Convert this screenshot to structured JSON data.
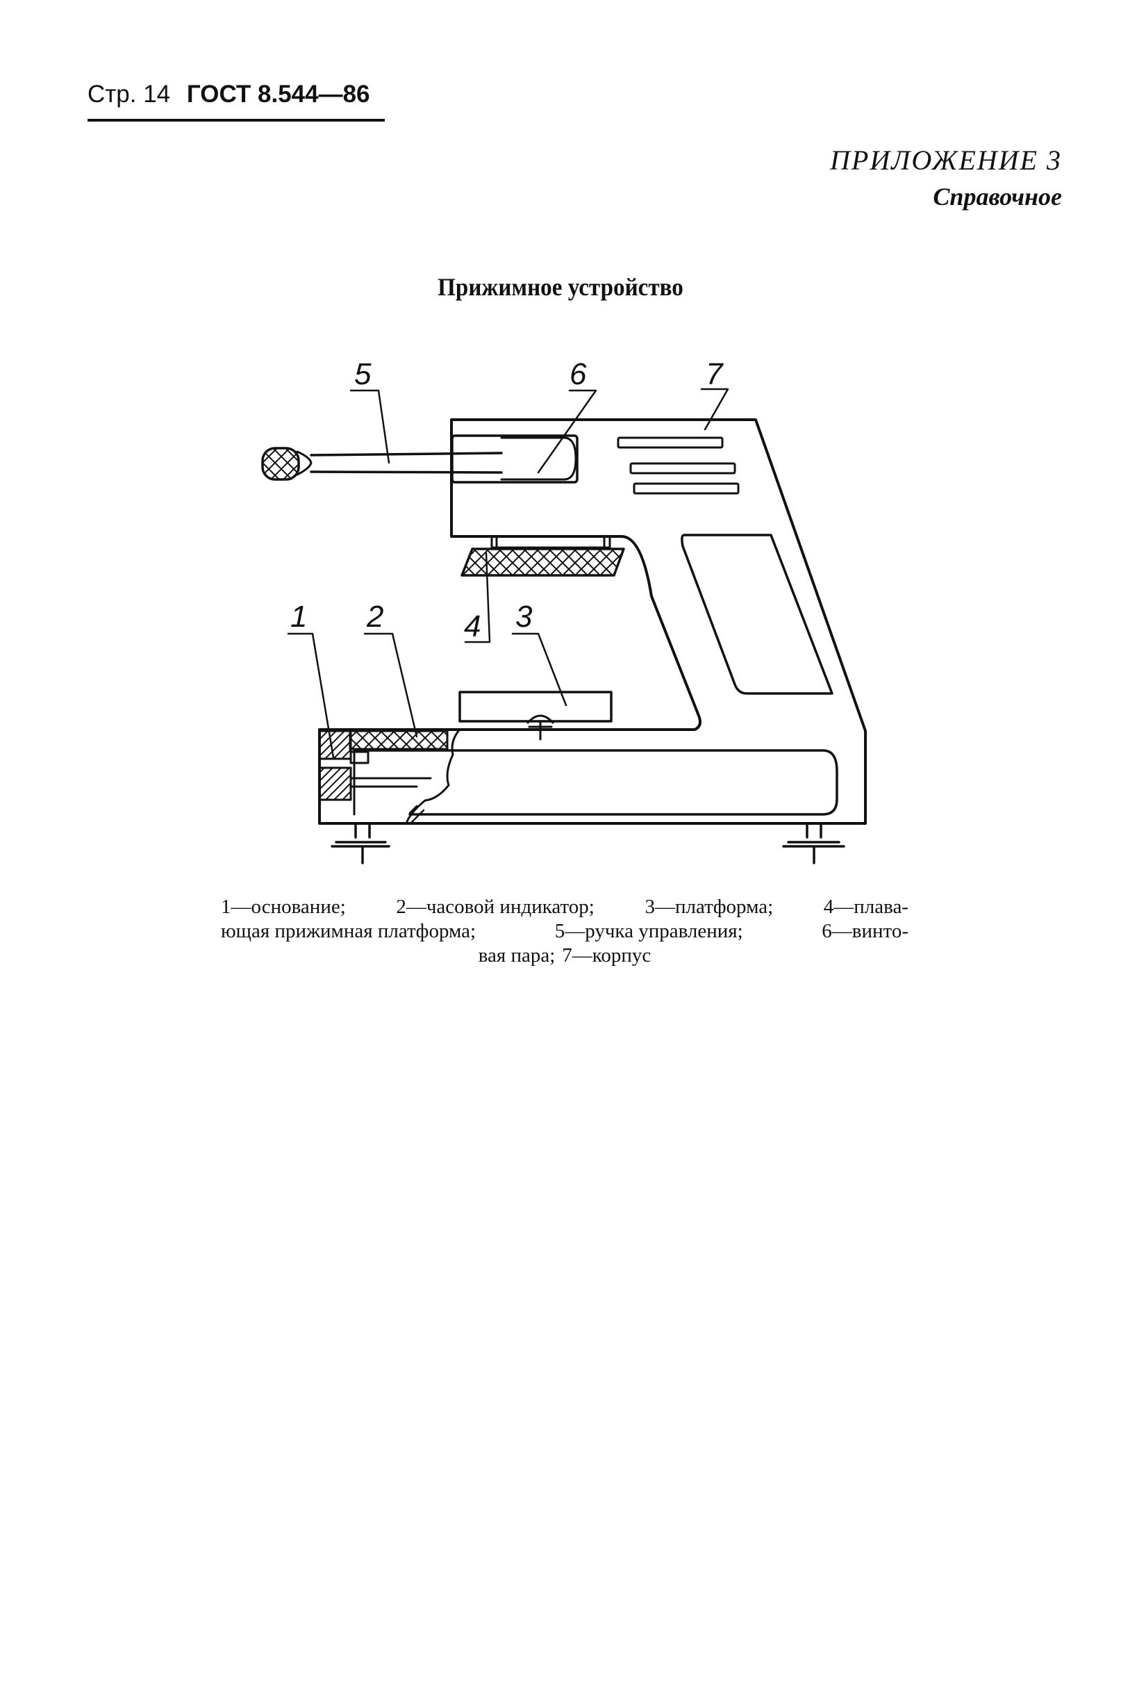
{
  "header": {
    "page_label": "Стр. 14",
    "standard": "ГОСТ 8.544—86"
  },
  "appendix": {
    "title": "ПРИЛОЖЕНИЕ 3",
    "subtitle": "Справочное"
  },
  "figure": {
    "title": "Прижимное устройство",
    "callouts": [
      "1",
      "2",
      "3",
      "4",
      "5",
      "6",
      "7"
    ]
  },
  "caption": {
    "line1": [
      "1—основание;",
      "2—часовой индикатор;",
      "3—платформа;",
      "4—плава-"
    ],
    "line2": [
      "ющая прижимная платформа;",
      "5—ручка управления;",
      "6—винто-"
    ],
    "line3": [
      "вая пара;",
      "7—корпус"
    ]
  }
}
